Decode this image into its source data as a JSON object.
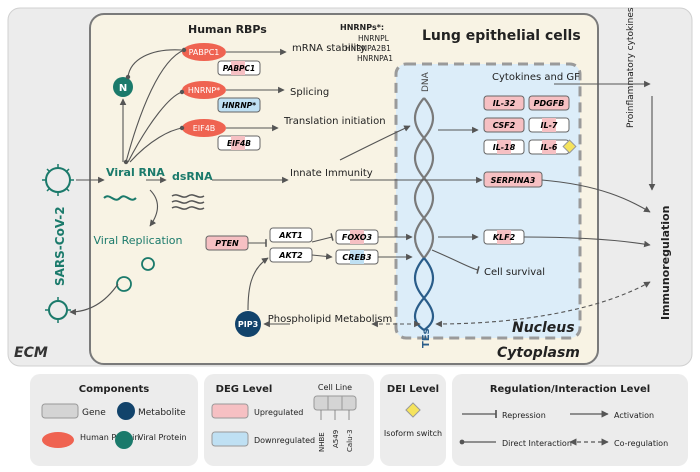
{
  "ecm_label": "ECM",
  "virus_label": "SARS-CoV-2",
  "cell_title": "Lung epithelial cells",
  "nucleus_label": "Nucleus",
  "cytoplasm_label": "Cytoplasm",
  "human_rbps_label": "Human RBPs",
  "hnrnps_box": {
    "title": "HNRNPs*:",
    "items": [
      "HNRNPL",
      "HNRNPA2B1",
      "HNRNPA1"
    ]
  },
  "n_protein_label": "N",
  "viral_rna_label": "Viral RNA",
  "dsrna_label": "dsRNA",
  "viral_replication_label": "Viral Replication",
  "rbp_rows": [
    {
      "protein": "PABPC1",
      "gene": "PABPC1",
      "process": "mRNA stability"
    },
    {
      "protein": "HNRNP*",
      "gene": "HNRNP*",
      "process": "Splicing"
    },
    {
      "protein": "EIF4B",
      "gene": "EIF4B",
      "process": "Translation initiation"
    }
  ],
  "innate_immunity_label": "Innate Immunity",
  "dna_label": "DNA",
  "tes_label": "TEs",
  "cytokines_label": "Cytokines and GF",
  "cytokine_genes": [
    "IL-32",
    "PDGFB",
    "CSF2",
    "IL-7",
    "IL-18",
    "IL-6"
  ],
  "serpina3_label": "SERPINA3",
  "klf2_label": "KLF2",
  "pten_label": "PTEN",
  "akt1_label": "AKT1",
  "akt2_label": "AKT2",
  "foxo3_label": "FOXO3",
  "creb3_label": "CREB3",
  "cell_survival_label": "Cell survival",
  "pip3_label": "PIP3",
  "phospholipid_label": "Phospholipid Metabolism",
  "proinflammatory_label": "Proinflammatory cytokines",
  "immunoregulation_label": "Immunoregulation",
  "legend": {
    "components_title": "Components",
    "gene": "Gene",
    "metabolite": "Metabolite",
    "human_protein": "Human Protein",
    "viral_protein": "Viral Protein",
    "deg_title": "DEG Level",
    "upregulated": "Upregulated",
    "downregulated": "Downregulated",
    "cell_line_title": "Cell Line",
    "cell_lines": [
      "NHBE",
      "A549",
      "Calu-3"
    ],
    "dei_title": "DEI Level",
    "isoform_switch": "Isoform switch",
    "reg_title": "Regulation/Interaction Level",
    "repression": "Repression",
    "activation": "Activation",
    "direct_interaction": "Direct Interaction",
    "coregulation": "Co-regulation"
  },
  "colors": {
    "upregulated": "#f6c0c3",
    "downregulated": "#bfe0f3",
    "human_protein": "#ef6351",
    "viral_protein": "#1b7a6b",
    "metabolite": "#12436b",
    "cell_fill": "#f8f3e4",
    "nucleus_fill": "#dcedf9",
    "isoform": "#f5e35c"
  }
}
